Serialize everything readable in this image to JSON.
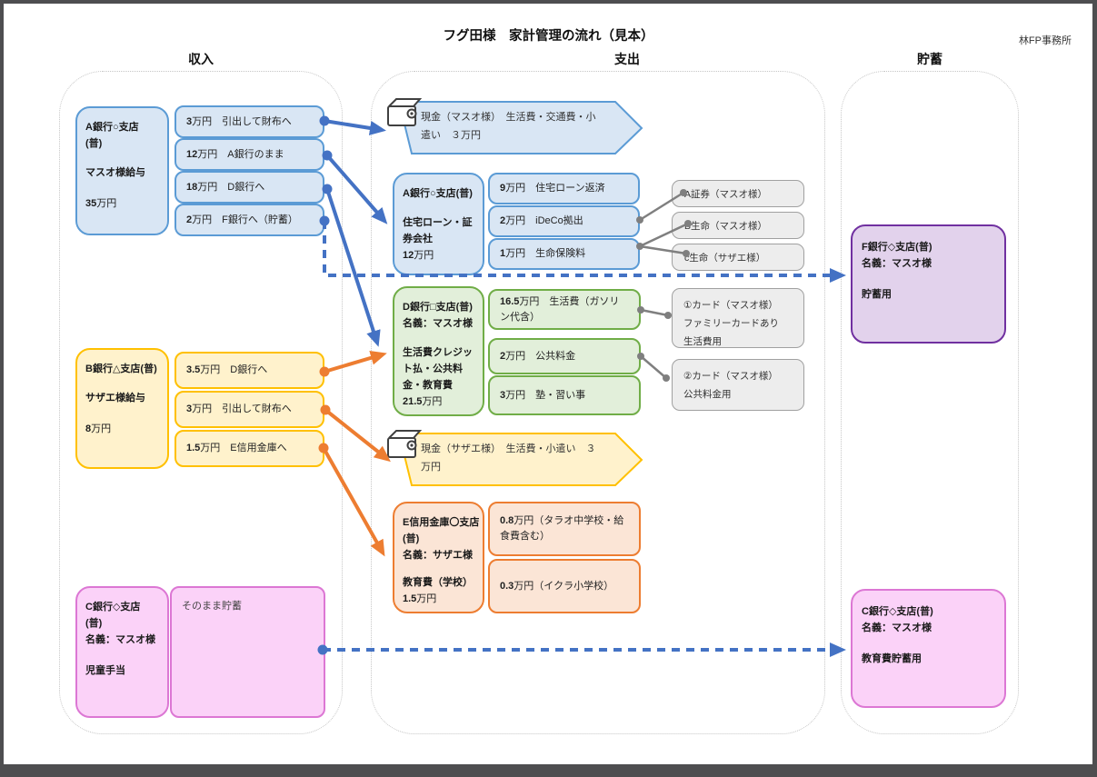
{
  "title": "フグ田様　家計管理の流れ（見本）",
  "office": "林FP事務所",
  "column_headers": {
    "income": "収入",
    "expense": "支出",
    "savings": "貯蓄"
  },
  "colors": {
    "blue_fill": "#D9E6F4",
    "blue_border": "#5B9BD5",
    "yellow_fill": "#FFF2CC",
    "yellow_border": "#FFC000",
    "pink_fill": "#FBD2F8",
    "pink_border": "#DC77D4",
    "green_fill": "#E2EFDA",
    "green_border": "#70AD47",
    "orange_fill": "#FBE5D6",
    "orange_border": "#ED7D31",
    "purple_fill": "#E2D2EC",
    "purple_border": "#7030A0",
    "gray_fill": "#EDEDED",
    "gray_border": "#A0A0A0",
    "arrow_blue": "#4472C4",
    "arrow_orange": "#ED7D31",
    "connector_gray": "#7F7F7F"
  },
  "icons": {
    "wallet": "wallet-icon"
  },
  "income": {
    "bank_a": {
      "title_lines": [
        "A銀行○支店",
        "(普)"
      ],
      "owner": "マスオ様給与",
      "amount_num": "35",
      "amount_unit": "万円",
      "items": [
        {
          "num": "3",
          "unit": "万円",
          "desc": "　引出して財布へ"
        },
        {
          "num": "12",
          "unit": "万円",
          "desc": "　A銀行のまま"
        },
        {
          "num": "18",
          "unit": "万円",
          "desc": "　D銀行へ"
        },
        {
          "num": "2",
          "unit": "万円",
          "desc": "　F銀行へ（貯蓄）"
        }
      ]
    },
    "bank_b": {
      "title_lines": [
        "B銀行△支店(普)"
      ],
      "owner": "サザエ様給与",
      "amount_num": "8",
      "amount_unit": "万円",
      "items": [
        {
          "num": "3.5",
          "unit": "万円",
          "desc": "　D銀行へ"
        },
        {
          "num": "3",
          "unit": "万円",
          "desc": "　引出して財布へ"
        },
        {
          "num": "1.5",
          "unit": "万円",
          "desc": "　E信用金庫へ"
        }
      ]
    },
    "bank_c": {
      "title_lines": [
        "C銀行◇支店",
        "(普)"
      ],
      "owner": "名義：マスオ様",
      "purpose": "児童手当",
      "note": "そのまま貯蓄"
    }
  },
  "expense": {
    "cash_masuo": {
      "label": "現金（マスオ様）　生活費・交通費・小遣い　３万円"
    },
    "bank_a": {
      "title_lines": [
        "A銀行○支店(普)"
      ],
      "purpose": "住宅ローン・証券会社",
      "amount_num": "12",
      "amount_unit": "万円",
      "items": [
        {
          "num": "9",
          "unit": "万円",
          "desc": "　住宅ローン返済"
        },
        {
          "num": "2",
          "unit": "万円",
          "desc": "　iDeCo拠出"
        },
        {
          "num": "1",
          "unit": "万円",
          "desc": "　生命保険料"
        }
      ]
    },
    "institutions": [
      "A証券（マスオ様）",
      "B生命（マスオ様）",
      "c生命（サザエ様）"
    ],
    "bank_d": {
      "title_lines": [
        "D銀行□支店(普)"
      ],
      "owner": "名義：マスオ様",
      "purpose": "生活費クレジット払・公共料金・教育費",
      "amount_num": "21.5",
      "amount_unit": "万円",
      "items": [
        {
          "num": "16.5",
          "unit": "万円",
          "desc": "　生活費（ガソリン代含）"
        },
        {
          "num": "2",
          "unit": "万円",
          "desc": "　公共料金"
        },
        {
          "num": "3",
          "unit": "万円",
          "desc": "　塾・習い事"
        }
      ]
    },
    "cards": [
      {
        "lines": [
          "①カード（マスオ様）",
          "ファミリーカードあり",
          "生活費用"
        ]
      },
      {
        "lines": [
          "②カード（マスオ様）",
          "公共料金用"
        ]
      }
    ],
    "cash_sazae": {
      "label": "現金（サザエ様）　生活費・小遣い　３万円"
    },
    "credit_e": {
      "title_lines": [
        "E信用金庫〇支店",
        "(普)"
      ],
      "owner": "名義：サザエ様",
      "purpose": "教育費（学校）",
      "amount_num": "1.5",
      "amount_unit": "万円",
      "items": [
        {
          "num": "0.8",
          "unit": "万円",
          "desc": "（タラオ中学校・給食費含む）"
        },
        {
          "num": "0.3",
          "unit": "万円",
          "desc": "（イクラ小学校）"
        }
      ]
    }
  },
  "savings": {
    "bank_f": {
      "title_lines": [
        "F銀行◇支店(普)"
      ],
      "owner": "名義：マスオ様",
      "purpose": "貯蓄用"
    },
    "bank_c": {
      "title_lines": [
        "C銀行◇支店(普)"
      ],
      "owner": "名義：マスオ様",
      "purpose": "教育費貯蓄用"
    }
  }
}
